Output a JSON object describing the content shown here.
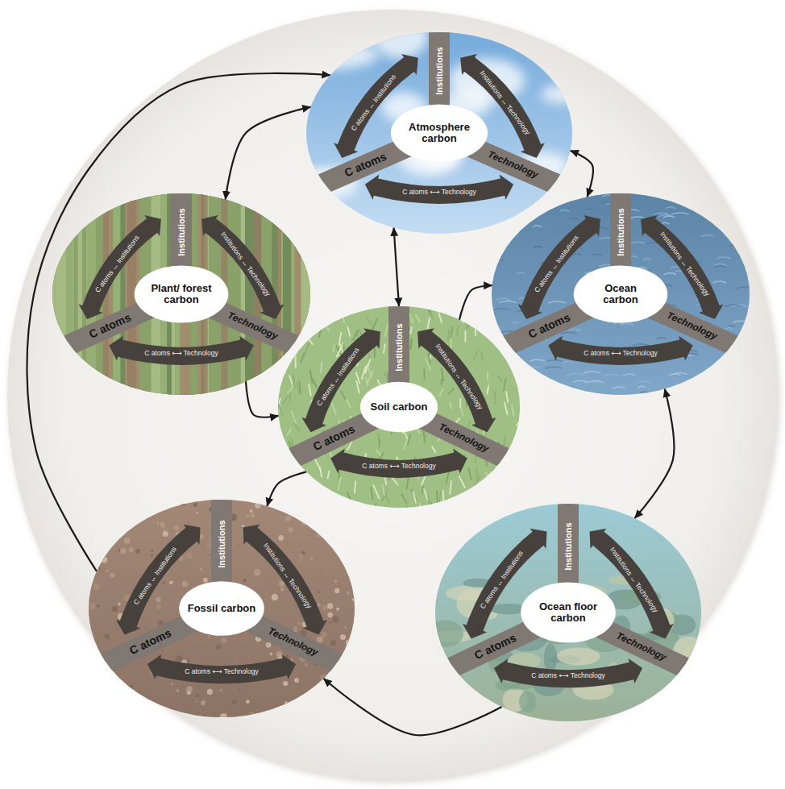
{
  "diagram": {
    "nodes": [
      {
        "text": [
          "Atmosphere carbon",
          "Institutions",
          "Technology",
          "C atoms",
          "C atoms ↔ Institutions",
          "Institutions ↔ Technology",
          "C atoms ⟷ Technology"
        ]
      },
      {
        "text": [
          "Plant/ forest carbon",
          "Institutions",
          "Technology",
          "C atoms",
          "C atoms ↔ Institutions",
          "Institutions ↔ Technology",
          "C atoms ⟷ Technology"
        ]
      },
      {
        "text": [
          "Ocean carbon",
          "Institutions",
          "Technology",
          "C atoms",
          "C atoms ↔ Institutions",
          "Institutions ↔ Technology",
          "C atoms ⟷ Technology"
        ]
      },
      {
        "text": [
          "Soil carbon",
          "Institutions",
          "Technology",
          "C atoms",
          "C atoms ↔ Institutions",
          "Institutions ↔ Technology",
          "C atoms ⟷ Technology"
        ]
      },
      {
        "text": [
          "Fossil carbon",
          "Institutions",
          "Technology",
          "C atoms",
          "C atoms ↔ Institutions",
          "Institutions ↔ Technology",
          "C atoms ⟷ Technology"
        ]
      },
      {
        "text": [
          "Ocean floor carbon",
          "Institutions",
          "Technology",
          "C atoms",
          "C atoms ↔ Institutions",
          "Institutions ↔ Technology",
          "C atoms ⟷ Technology"
        ]
      }
    ],
    "edges": [
      {
        "from": 0,
        "to": 1,
        "arrow": "both"
      },
      {
        "from": 0,
        "to": 2,
        "arrow": "both"
      },
      {
        "from": 0,
        "to": 3,
        "arrow": "both"
      },
      {
        "from": 1,
        "to": 3,
        "arrow": "to"
      },
      {
        "from": 3,
        "to": 2,
        "arrow": "to"
      },
      {
        "from": 3,
        "to": 4,
        "arrow": "to"
      },
      {
        "from": 4,
        "to": 0,
        "arrow": "to"
      },
      {
        "from": 2,
        "to": 5,
        "arrow": "both"
      },
      {
        "from": 5,
        "to": 4,
        "arrow": "to"
      }
    ]
  }
}
